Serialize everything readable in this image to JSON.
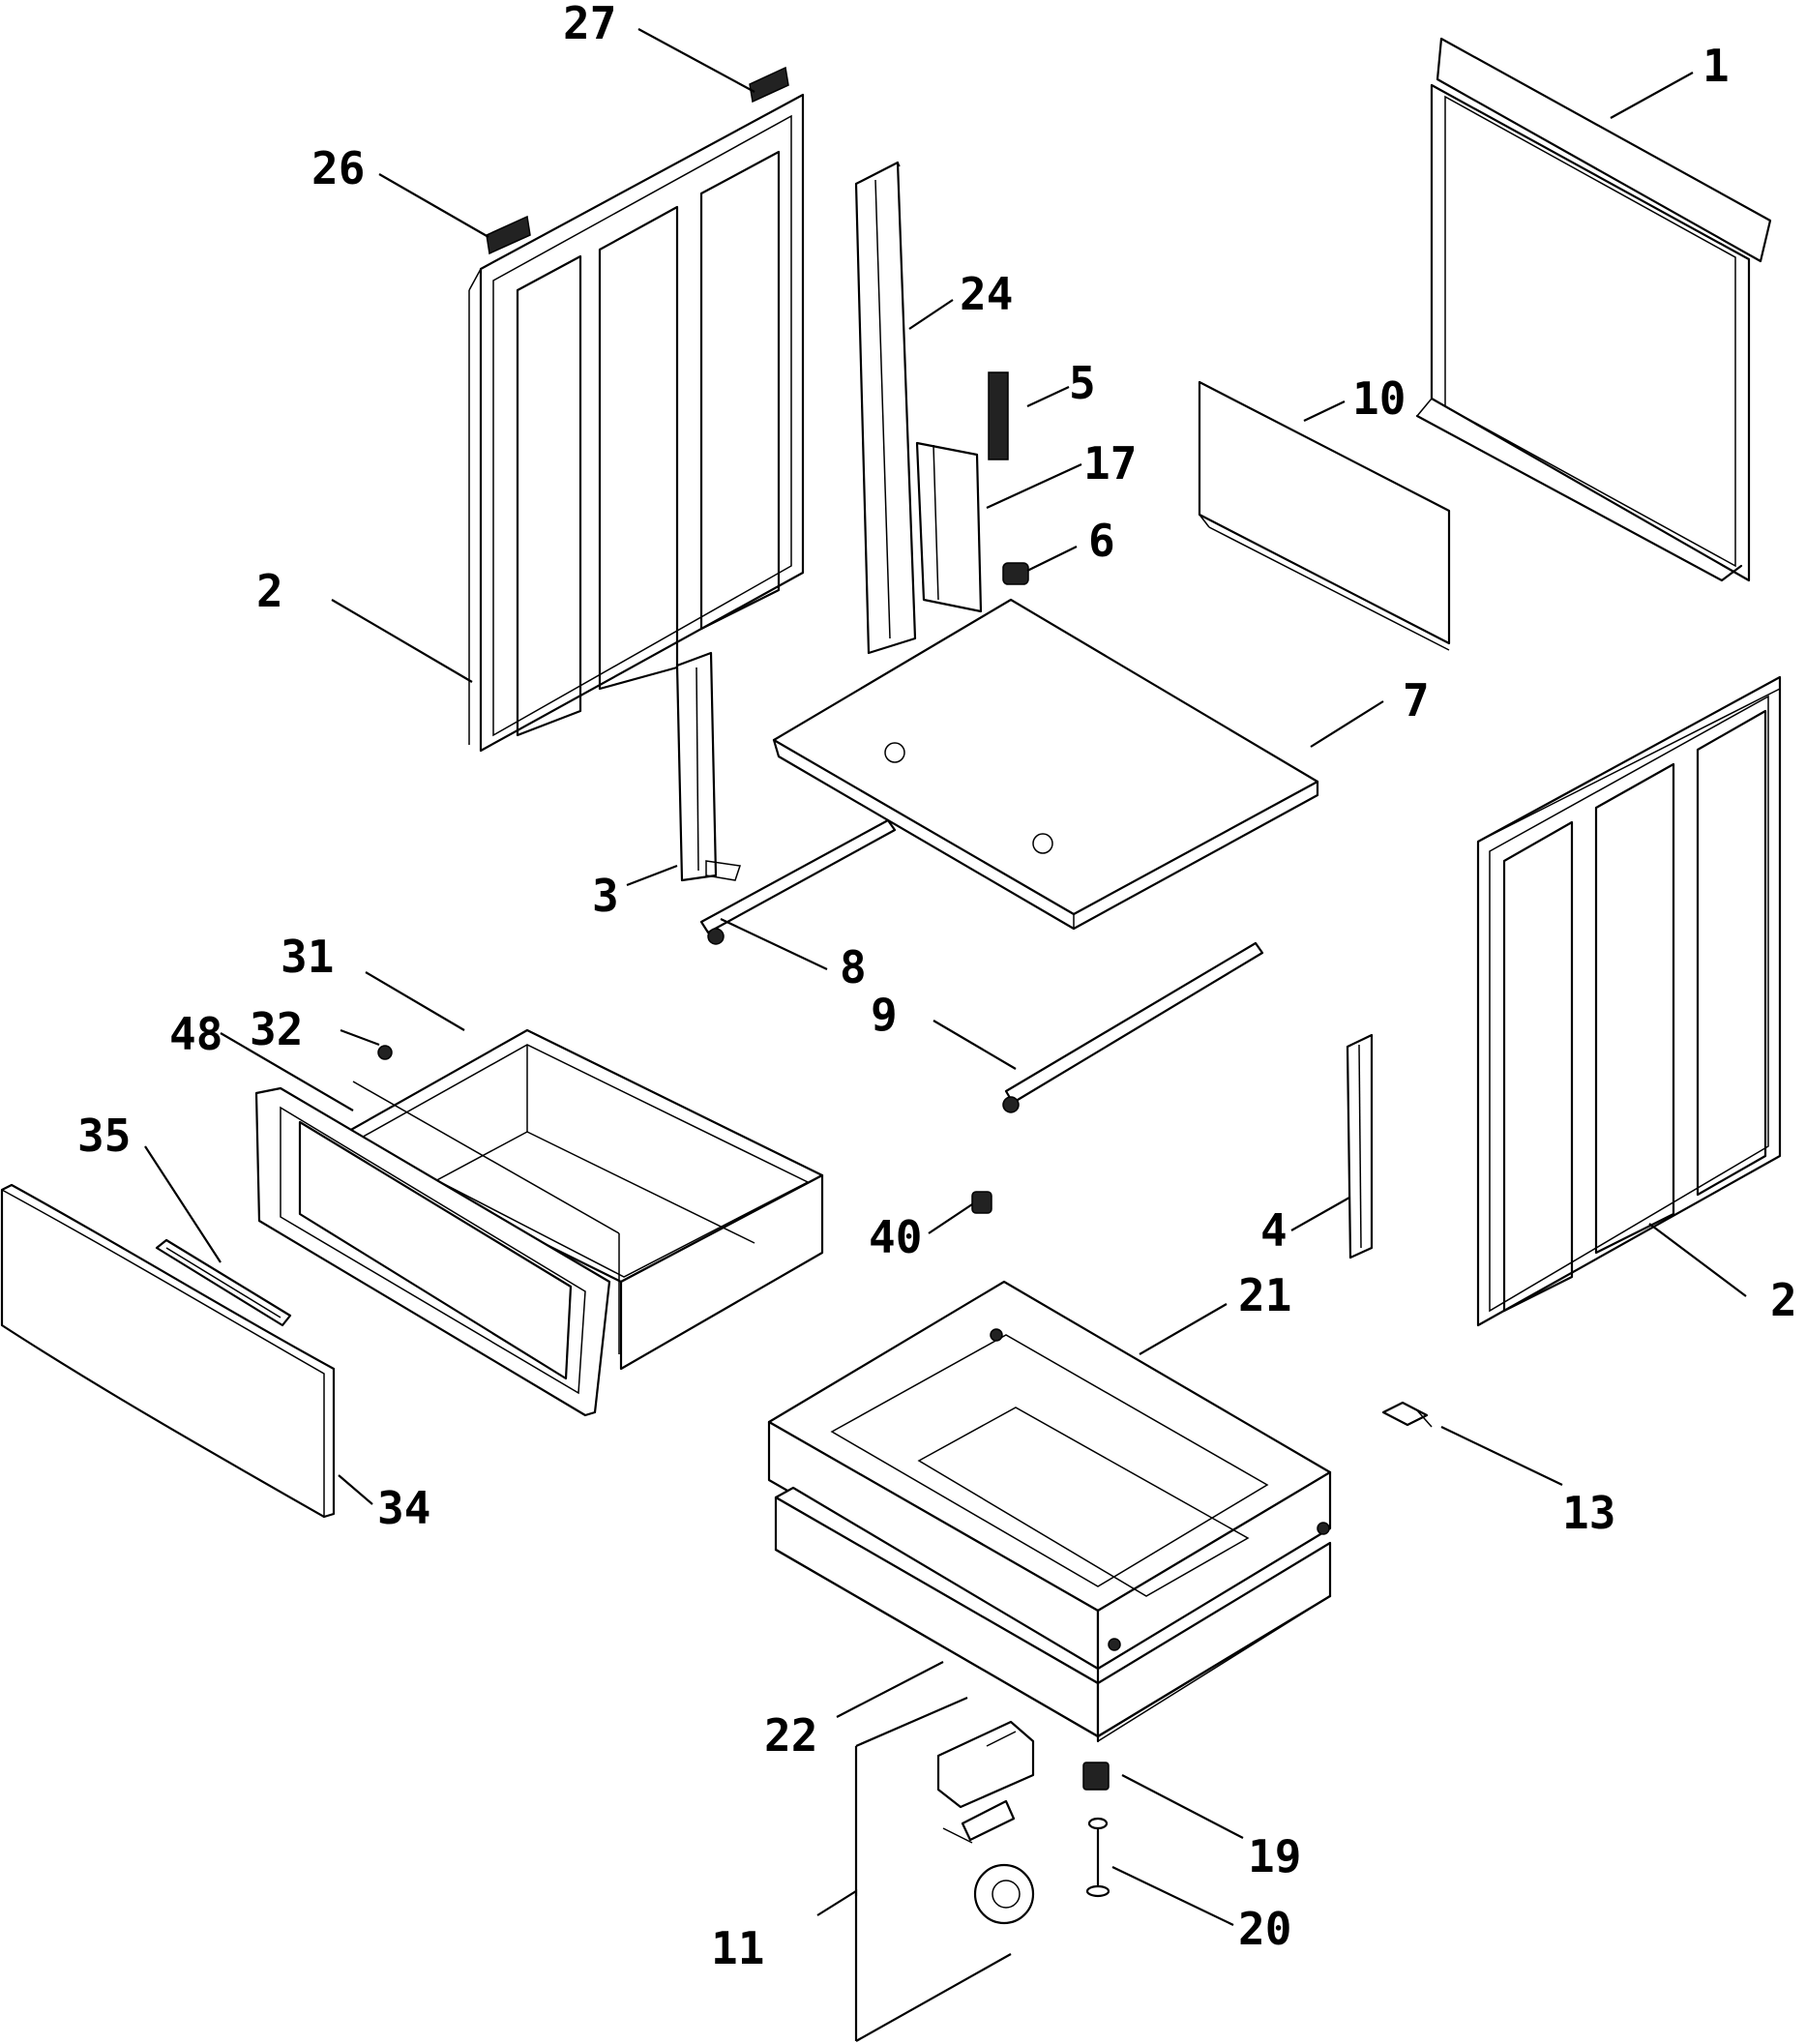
{
  "callouts": [
    {
      "id": "c27",
      "text": "27"
    },
    {
      "id": "c26",
      "text": "26"
    },
    {
      "id": "c1",
      "text": "1"
    },
    {
      "id": "c24",
      "text": "24"
    },
    {
      "id": "c5",
      "text": "5"
    },
    {
      "id": "c10",
      "text": "10"
    },
    {
      "id": "c17",
      "text": "17"
    },
    {
      "id": "c6",
      "text": "6"
    },
    {
      "id": "c2a",
      "text": "2"
    },
    {
      "id": "c7",
      "text": "7"
    },
    {
      "id": "c3",
      "text": "3"
    },
    {
      "id": "c8",
      "text": "8"
    },
    {
      "id": "c31",
      "text": "31"
    },
    {
      "id": "c48",
      "text": "48"
    },
    {
      "id": "c32",
      "text": "32"
    },
    {
      "id": "c9",
      "text": "9"
    },
    {
      "id": "c35",
      "text": "35"
    },
    {
      "id": "c40",
      "text": "40"
    },
    {
      "id": "c4",
      "text": "4"
    },
    {
      "id": "c21",
      "text": "21"
    },
    {
      "id": "c2b",
      "text": "2"
    },
    {
      "id": "c34",
      "text": "34"
    },
    {
      "id": "c13",
      "text": "13"
    },
    {
      "id": "c22",
      "text": "22"
    },
    {
      "id": "c19",
      "text": "19"
    },
    {
      "id": "c11",
      "text": "11"
    },
    {
      "id": "c20",
      "text": "20"
    }
  ]
}
